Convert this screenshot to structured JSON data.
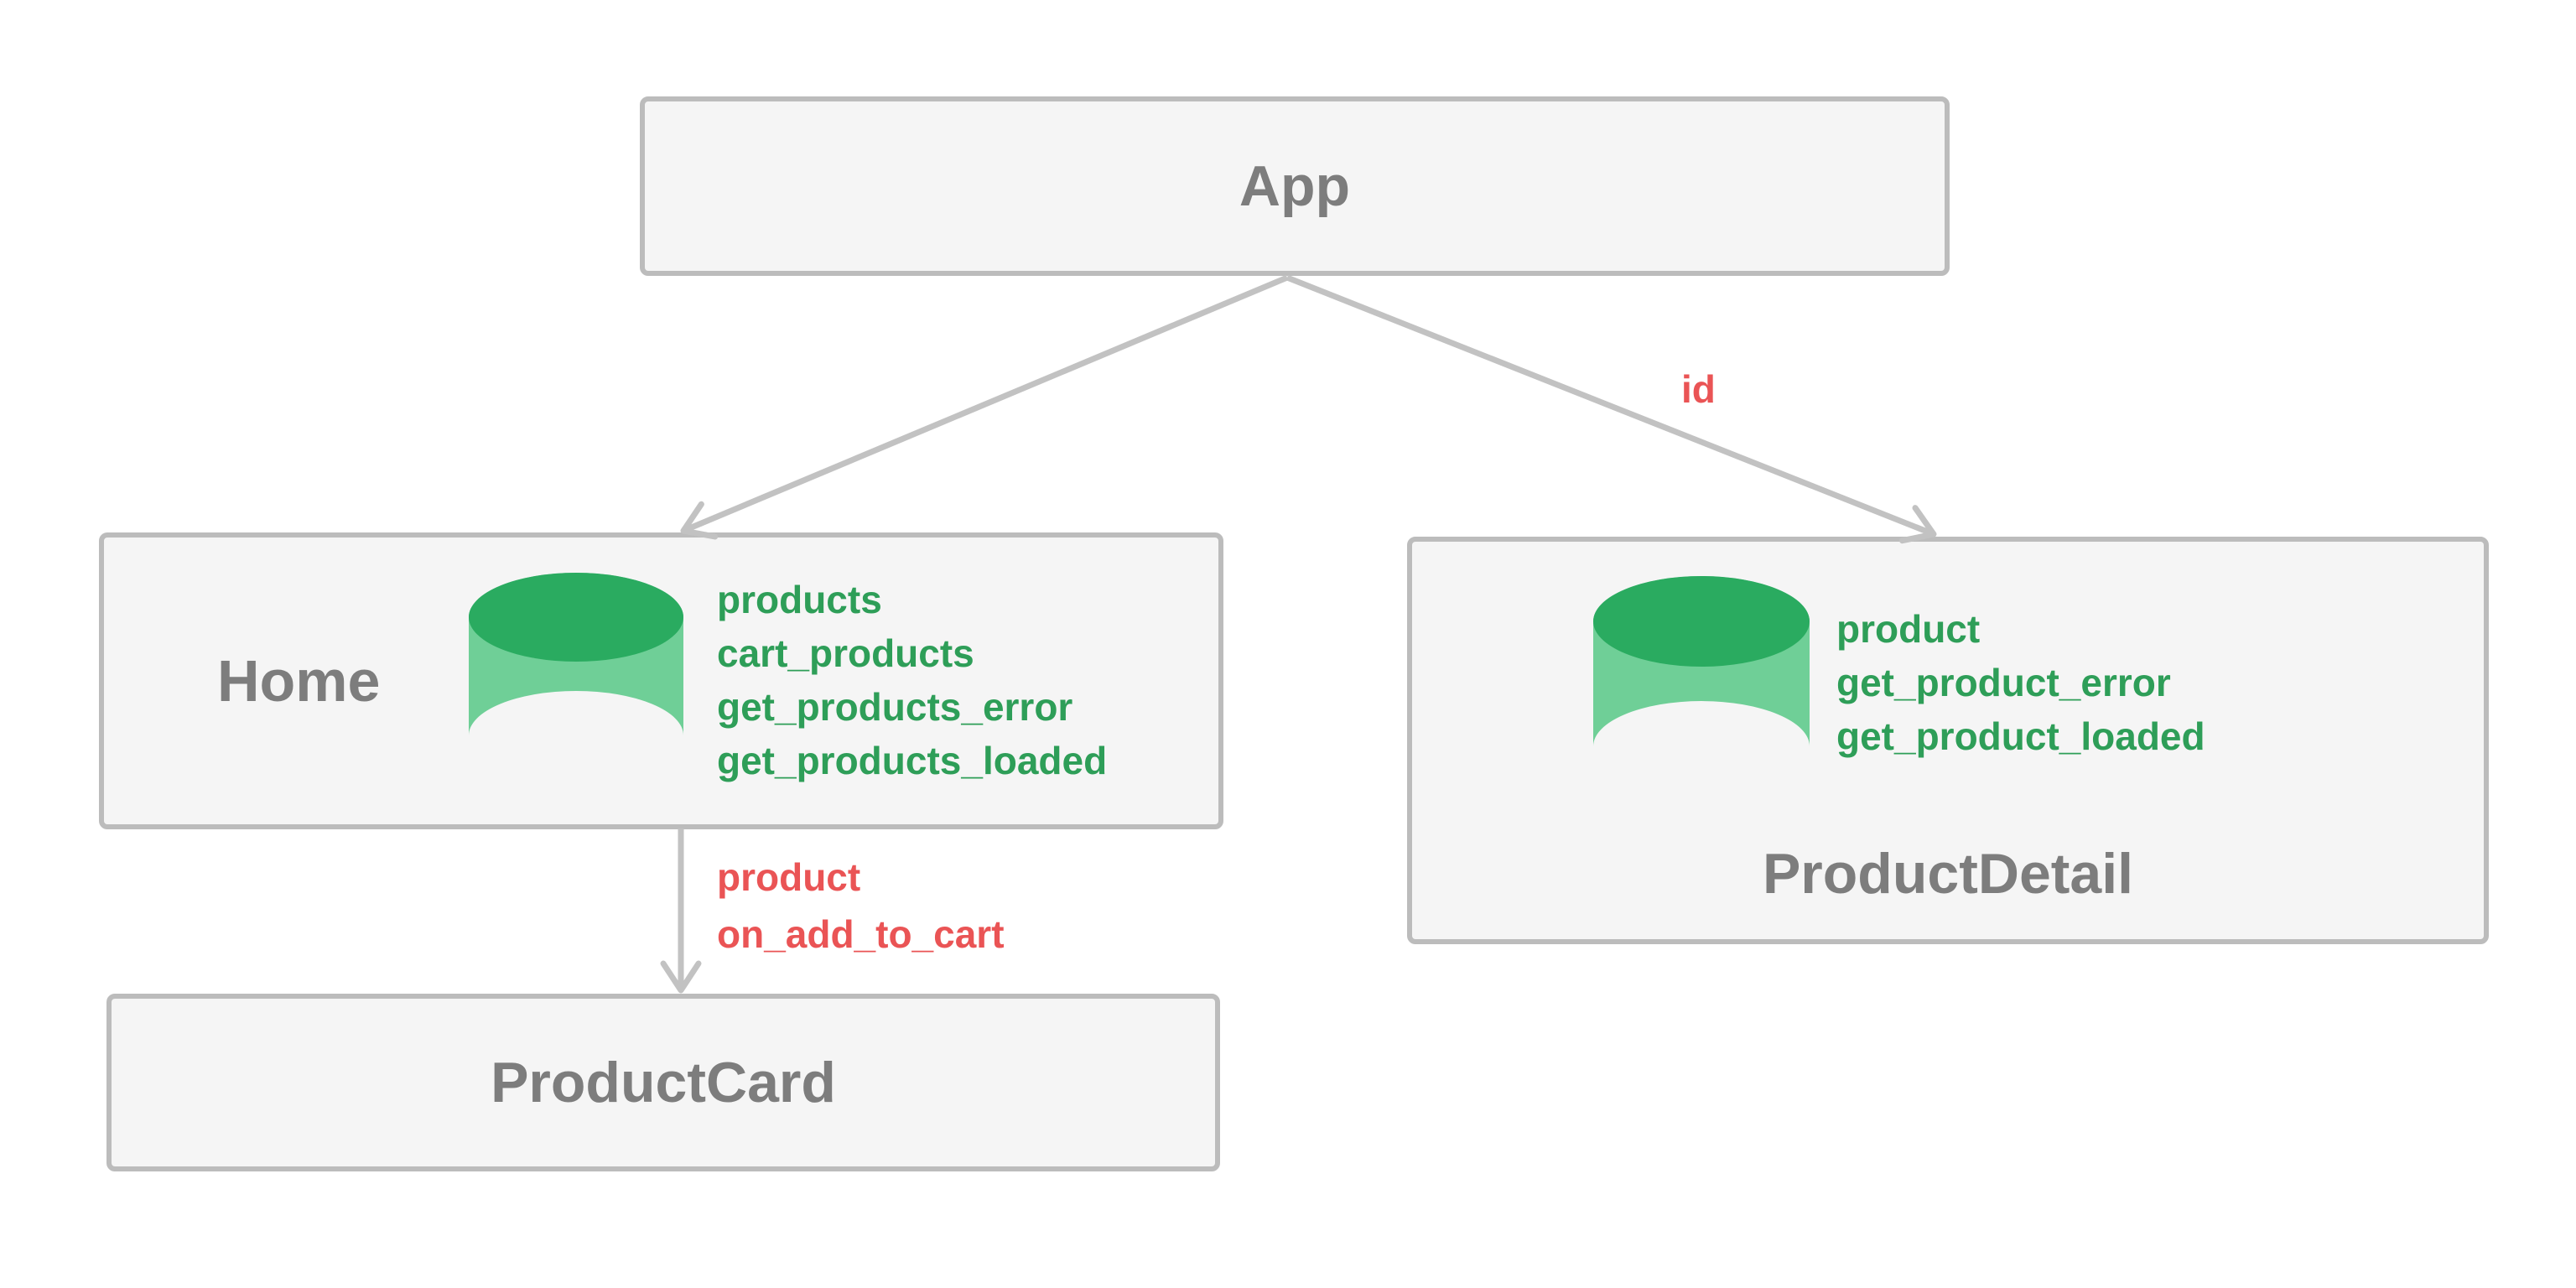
{
  "theme": {
    "background": "#ffffff",
    "node_fill": "#f5f5f5",
    "node_border": "#bcbcbc",
    "node_label": "#7d7d7d",
    "edge": "#c2c2c2",
    "state_text": "#2e9e58",
    "cylinder_top": "#2aab60",
    "cylinder_body": "#6fcf97",
    "prop_text": "#ea5455"
  },
  "nodes": {
    "app": {
      "label": "App"
    },
    "home": {
      "label": "Home",
      "state": [
        "products",
        "cart_products",
        "get_products_error",
        "get_products_loaded"
      ]
    },
    "product_detail": {
      "label": "ProductDetail",
      "state": [
        "product",
        "get_product_error",
        "get_product_loaded"
      ]
    },
    "product_card": {
      "label": "ProductCard"
    }
  },
  "edges": {
    "app_to_home": {
      "props": []
    },
    "app_to_product_detail": {
      "props": [
        "id"
      ]
    },
    "home_to_product_card": {
      "props": [
        "product",
        "on_add_to_cart"
      ]
    }
  }
}
